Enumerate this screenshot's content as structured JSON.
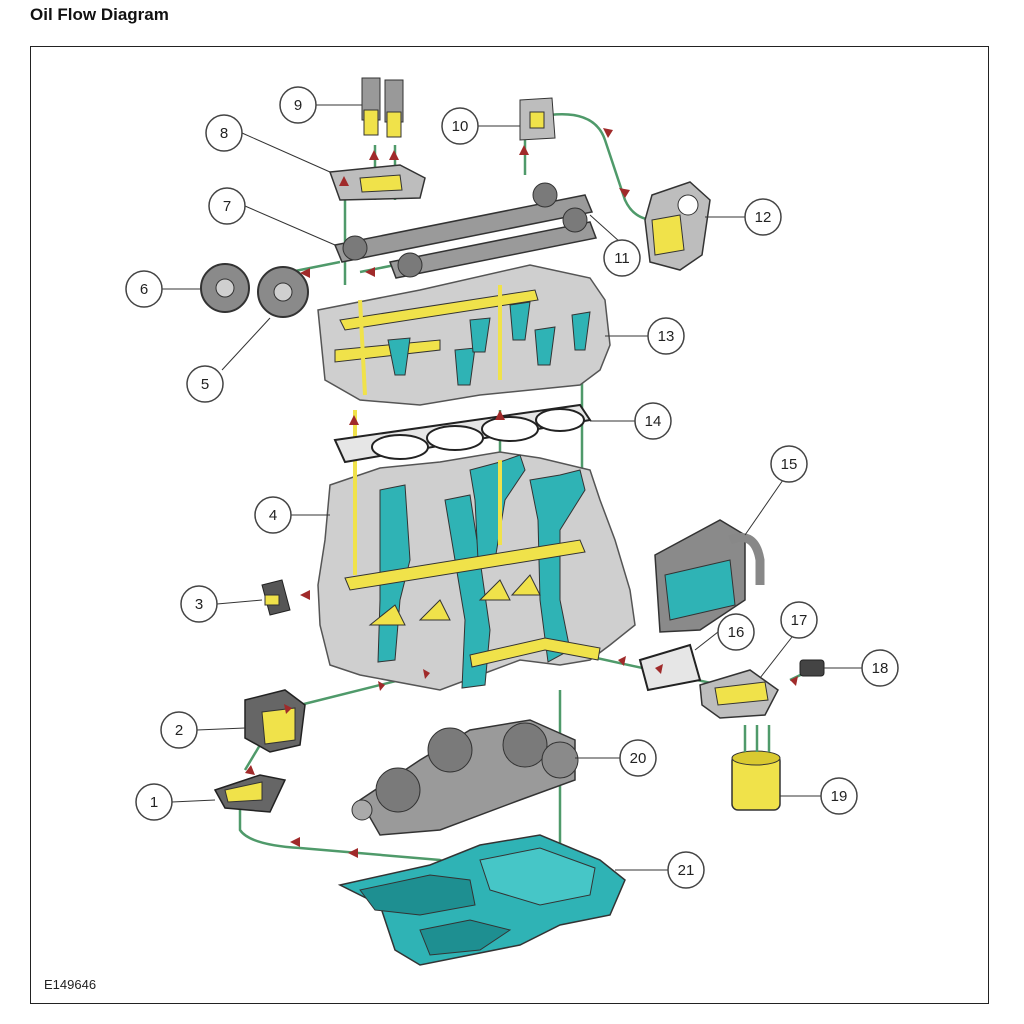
{
  "title": "Oil Flow Diagram",
  "figure_id": "E149646",
  "colors": {
    "block_gray": "#cfcfcf",
    "oil_teal": "#2fb3b5",
    "oil_yellow": "#f0e24a",
    "line_green": "#4f9a6a",
    "arrow_red": "#a02a2a",
    "outline": "#333333"
  },
  "callouts": [
    {
      "label": "1"
    },
    {
      "label": "2"
    },
    {
      "label": "3"
    },
    {
      "label": "4"
    },
    {
      "label": "5"
    },
    {
      "label": "6"
    },
    {
      "label": "7"
    },
    {
      "label": "8"
    },
    {
      "label": "9"
    },
    {
      "label": "10"
    },
    {
      "label": "11"
    },
    {
      "label": "12"
    },
    {
      "label": "13"
    },
    {
      "label": "14"
    },
    {
      "label": "15"
    },
    {
      "label": "16"
    },
    {
      "label": "17"
    },
    {
      "label": "18"
    },
    {
      "label": "19"
    },
    {
      "label": "20"
    },
    {
      "label": "21"
    }
  ]
}
